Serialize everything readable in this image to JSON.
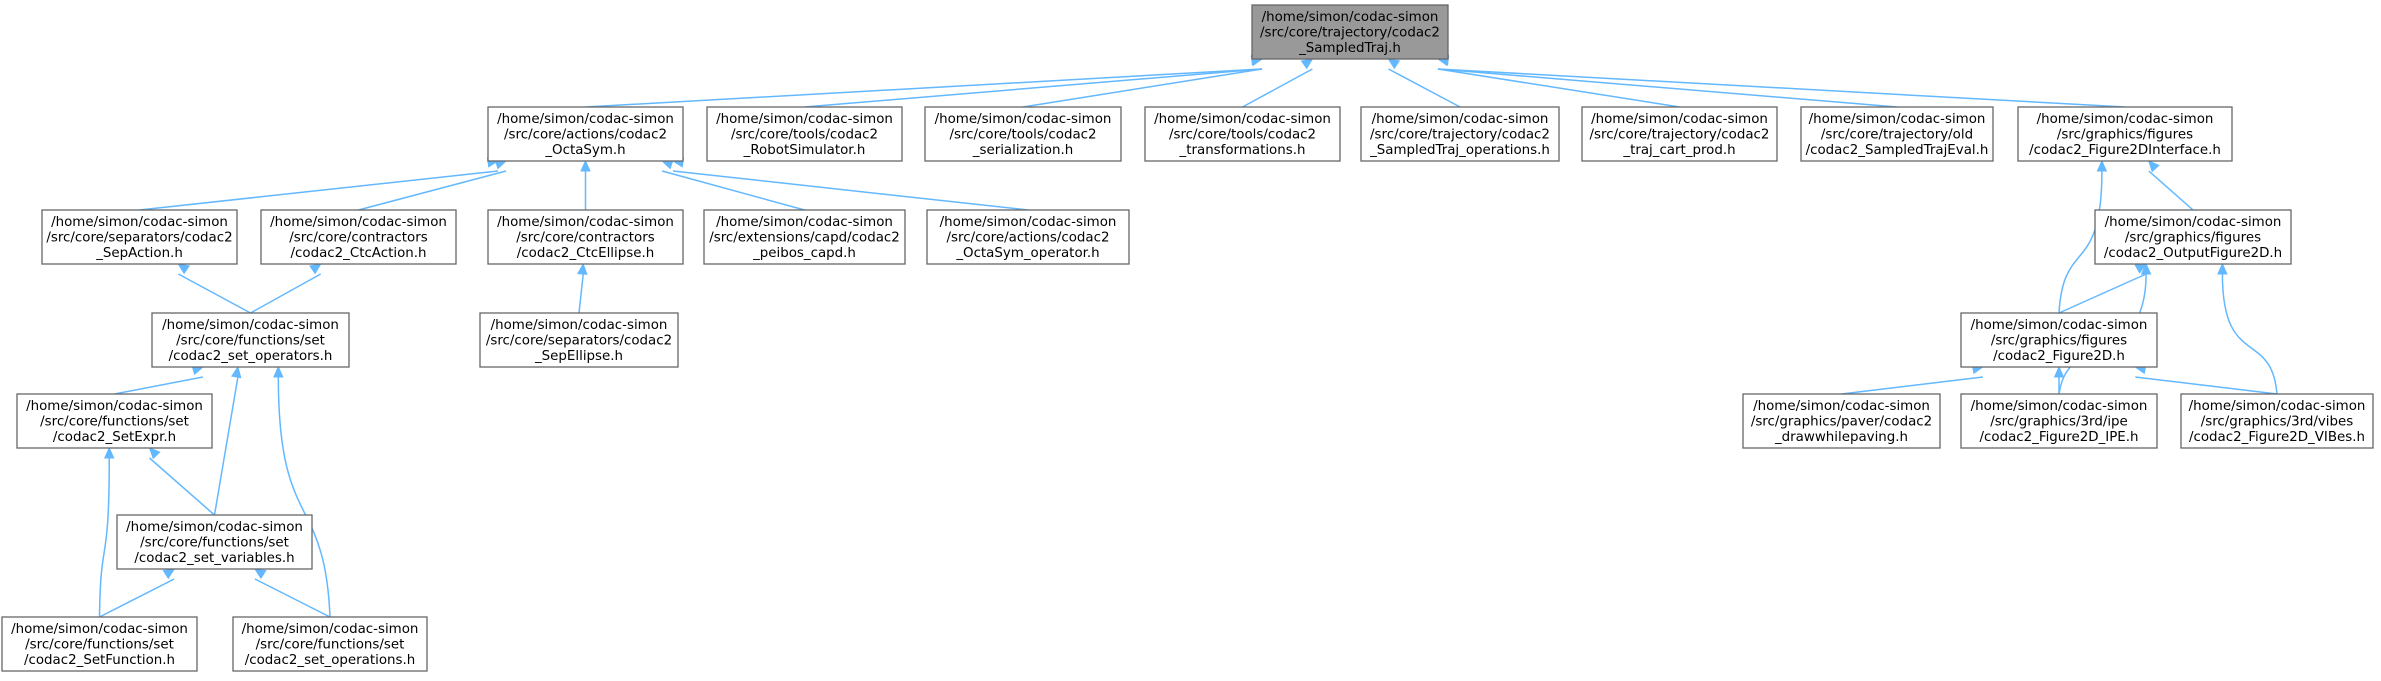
{
  "nodes": [
    {
      "id": "root",
      "root": true,
      "lines": [
        "/home/simon/codac-simon",
        "/src/core/trajectory/codac2",
        "_SampledTraj.h"
      ]
    },
    {
      "id": "octasym",
      "lines": [
        "/home/simon/codac-simon",
        "/src/core/actions/codac2",
        "_OctaSym.h"
      ]
    },
    {
      "id": "robotsim",
      "lines": [
        "/home/simon/codac-simon",
        "/src/core/tools/codac2",
        "_RobotSimulator.h"
      ]
    },
    {
      "id": "serialization",
      "lines": [
        "/home/simon/codac-simon",
        "/src/core/tools/codac2",
        "_serialization.h"
      ]
    },
    {
      "id": "transformations",
      "lines": [
        "/home/simon/codac-simon",
        "/src/core/tools/codac2",
        "_transformations.h"
      ]
    },
    {
      "id": "sampledtrajops",
      "lines": [
        "/home/simon/codac-simon",
        "/src/core/trajectory/codac2",
        "_SampledTraj_operations.h"
      ]
    },
    {
      "id": "trajcartprod",
      "lines": [
        "/home/simon/codac-simon",
        "/src/core/trajectory/codac2",
        "_traj_cart_prod.h"
      ]
    },
    {
      "id": "sampledtrajeval",
      "lines": [
        "/home/simon/codac-simon",
        "/src/core/trajectory/old",
        "/codac2_SampledTrajEval.h"
      ]
    },
    {
      "id": "figure2dinterface",
      "lines": [
        "/home/simon/codac-simon",
        "/src/graphics/figures",
        "/codac2_Figure2DInterface.h"
      ]
    },
    {
      "id": "sepaction",
      "lines": [
        "/home/simon/codac-simon",
        "/src/core/separators/codac2",
        "_SepAction.h"
      ]
    },
    {
      "id": "ctcaction",
      "lines": [
        "/home/simon/codac-simon",
        "/src/core/contractors",
        "/codac2_CtcAction.h"
      ]
    },
    {
      "id": "ctcellipse",
      "lines": [
        "/home/simon/codac-simon",
        "/src/core/contractors",
        "/codac2_CtcEllipse.h"
      ]
    },
    {
      "id": "peibos",
      "lines": [
        "/home/simon/codac-simon",
        "/src/extensions/capd/codac2",
        "_peibos_capd.h"
      ]
    },
    {
      "id": "octasymop",
      "lines": [
        "/home/simon/codac-simon",
        "/src/core/actions/codac2",
        "_OctaSym_operator.h"
      ]
    },
    {
      "id": "outputfigure2d",
      "lines": [
        "/home/simon/codac-simon",
        "/src/graphics/figures",
        "/codac2_OutputFigure2D.h"
      ]
    },
    {
      "id": "setoperators",
      "lines": [
        "/home/simon/codac-simon",
        "/src/core/functions/set",
        "/codac2_set_operators.h"
      ]
    },
    {
      "id": "sepellipse",
      "lines": [
        "/home/simon/codac-simon",
        "/src/core/separators/codac2",
        "_SepEllipse.h"
      ]
    },
    {
      "id": "figure2d",
      "lines": [
        "/home/simon/codac-simon",
        "/src/graphics/figures",
        "/codac2_Figure2D.h"
      ]
    },
    {
      "id": "setexpr",
      "lines": [
        "/home/simon/codac-simon",
        "/src/core/functions/set",
        "/codac2_SetExpr.h"
      ]
    },
    {
      "id": "drawwhilepaving",
      "lines": [
        "/home/simon/codac-simon",
        "/src/graphics/paver/codac2",
        "_drawwhilepaving.h"
      ]
    },
    {
      "id": "figure2dipe",
      "lines": [
        "/home/simon/codac-simon",
        "/src/graphics/3rd/ipe",
        "/codac2_Figure2D_IPE.h"
      ]
    },
    {
      "id": "figure2dvibes",
      "lines": [
        "/home/simon/codac-simon",
        "/src/graphics/3rd/vibes",
        "/codac2_Figure2D_VIBes.h"
      ]
    },
    {
      "id": "setvariables",
      "lines": [
        "/home/simon/codac-simon",
        "/src/core/functions/set",
        "/codac2_set_variables.h"
      ]
    },
    {
      "id": "setfunction",
      "lines": [
        "/home/simon/codac-simon",
        "/src/core/functions/set",
        "/codac2_SetFunction.h"
      ]
    },
    {
      "id": "setoperations",
      "lines": [
        "/home/simon/codac-simon",
        "/src/core/functions/set",
        "/codac2_set_operations.h"
      ]
    }
  ],
  "edges": [
    {
      "from": "octasym",
      "to": "root"
    },
    {
      "from": "robotsim",
      "to": "root"
    },
    {
      "from": "serialization",
      "to": "root"
    },
    {
      "from": "transformations",
      "to": "root"
    },
    {
      "from": "sampledtrajops",
      "to": "root"
    },
    {
      "from": "trajcartprod",
      "to": "root"
    },
    {
      "from": "sampledtrajeval",
      "to": "root"
    },
    {
      "from": "figure2dinterface",
      "to": "root"
    },
    {
      "from": "sepaction",
      "to": "octasym"
    },
    {
      "from": "ctcaction",
      "to": "octasym"
    },
    {
      "from": "ctcellipse",
      "to": "octasym"
    },
    {
      "from": "peibos",
      "to": "octasym"
    },
    {
      "from": "octasymop",
      "to": "octasym"
    },
    {
      "from": "setoperators",
      "to": "sepaction"
    },
    {
      "from": "setoperators",
      "to": "ctcaction"
    },
    {
      "from": "sepellipse",
      "to": "ctcellipse"
    },
    {
      "from": "setexpr",
      "to": "setoperators"
    },
    {
      "from": "setvariables",
      "to": "setoperators"
    },
    {
      "from": "setoperations",
      "to": "setoperators"
    },
    {
      "from": "setvariables",
      "to": "setexpr"
    },
    {
      "from": "setfunction",
      "to": "setexpr"
    },
    {
      "from": "setfunction",
      "to": "setvariables"
    },
    {
      "from": "setoperations",
      "to": "setvariables"
    },
    {
      "from": "figure2d",
      "to": "figure2dinterface"
    },
    {
      "from": "outputfigure2d",
      "to": "figure2dinterface"
    },
    {
      "from": "figure2d",
      "to": "outputfigure2d"
    },
    {
      "from": "figure2dipe",
      "to": "outputfigure2d"
    },
    {
      "from": "figure2dvibes",
      "to": "outputfigure2d"
    },
    {
      "from": "drawwhilepaving",
      "to": "figure2d"
    },
    {
      "from": "figure2dipe",
      "to": "figure2d"
    },
    {
      "from": "figure2dvibes",
      "to": "figure2d"
    }
  ]
}
